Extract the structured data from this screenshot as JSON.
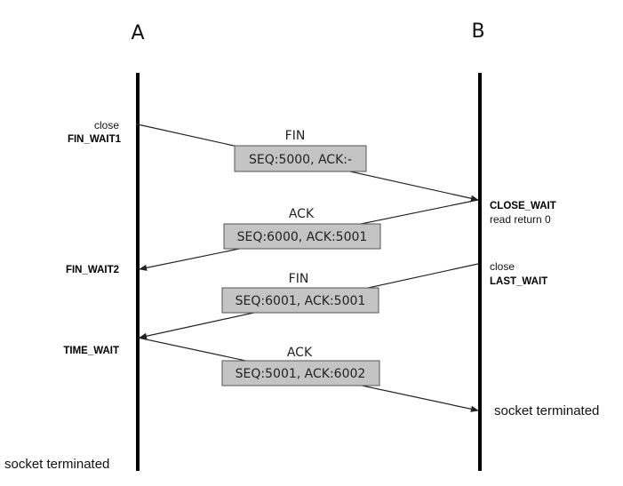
{
  "hosts": {
    "a": "A",
    "b": "B"
  },
  "host_a_notes": {
    "close": "close",
    "fin_wait1": "FIN_WAIT1",
    "fin_wait2": "FIN_WAIT2",
    "time_wait": "TIME_WAIT",
    "socket_terminated": "socket terminated"
  },
  "host_b_notes": {
    "close_wait": "CLOSE_WAIT",
    "read_return": "read return 0",
    "close": "close",
    "last_wait": "LAST_WAIT",
    "socket_terminated": "socket terminated"
  },
  "messages": [
    {
      "type": "FIN",
      "segment": "SEQ:5000, ACK:-",
      "direction": "A-to-B"
    },
    {
      "type": "ACK",
      "segment": "SEQ:6000, ACK:5001",
      "direction": "B-to-A"
    },
    {
      "type": "FIN",
      "segment": "SEQ:6001, ACK:5001",
      "direction": "B-to-A"
    },
    {
      "type": "ACK",
      "segment": "SEQ:5001, ACK:6002",
      "direction": "A-to-B"
    }
  ],
  "colors": {
    "segment_box": "#c4c4c4",
    "timeline": "#000000"
  }
}
